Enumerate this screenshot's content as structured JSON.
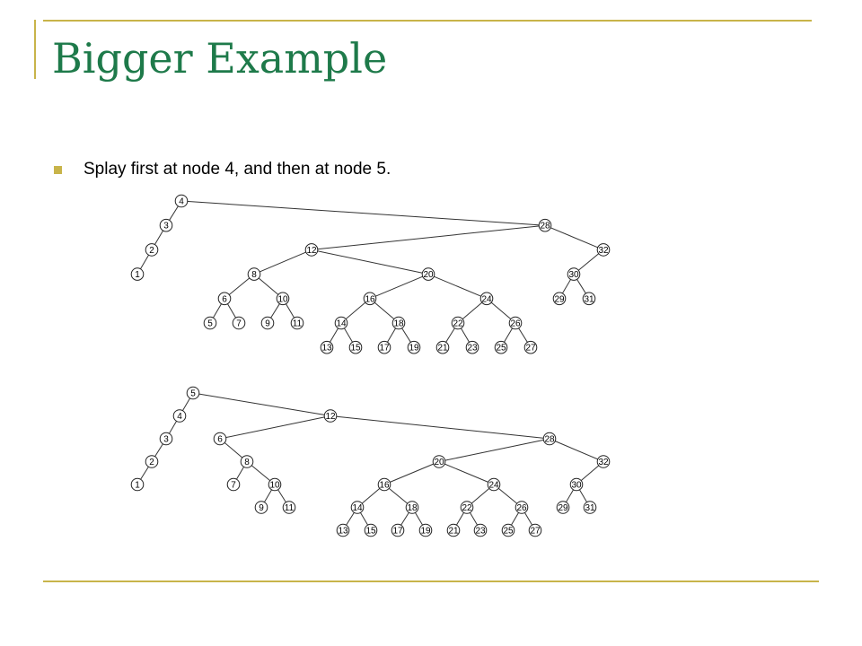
{
  "slide": {
    "title": "Bigger Example",
    "bullet": "Splay first at node 4, and then at node 5."
  },
  "colors": {
    "title": "#1e7a4a",
    "accent": "#c8b44a"
  },
  "trees": [
    {
      "id": "before",
      "nodes": [
        {
          "label": "4",
          "depth": 0
        },
        {
          "label": "3",
          "depth": 1
        },
        {
          "label": "2",
          "depth": 2
        },
        {
          "label": "1",
          "depth": 3
        },
        {
          "label": "28",
          "depth": 1
        },
        {
          "label": "12",
          "depth": 2
        },
        {
          "label": "32",
          "depth": 2
        },
        {
          "label": "8",
          "depth": 3
        },
        {
          "label": "20",
          "depth": 3
        },
        {
          "label": "30",
          "depth": 3
        },
        {
          "label": "6",
          "depth": 4
        },
        {
          "label": "10",
          "depth": 4
        },
        {
          "label": "16",
          "depth": 4
        },
        {
          "label": "24",
          "depth": 4
        },
        {
          "label": "29",
          "depth": 4
        },
        {
          "label": "31",
          "depth": 4
        },
        {
          "label": "5",
          "depth": 5
        },
        {
          "label": "7",
          "depth": 5
        },
        {
          "label": "9",
          "depth": 5
        },
        {
          "label": "11",
          "depth": 5
        },
        {
          "label": "14",
          "depth": 5
        },
        {
          "label": "18",
          "depth": 5
        },
        {
          "label": "22",
          "depth": 5
        },
        {
          "label": "26",
          "depth": 5
        },
        {
          "label": "13",
          "depth": 6
        },
        {
          "label": "15",
          "depth": 6
        },
        {
          "label": "17",
          "depth": 6
        },
        {
          "label": "19",
          "depth": 6
        },
        {
          "label": "21",
          "depth": 6
        },
        {
          "label": "23",
          "depth": 6
        },
        {
          "label": "25",
          "depth": 6
        },
        {
          "label": "27",
          "depth": 6
        }
      ],
      "edges": [
        [
          "4",
          "3"
        ],
        [
          "3",
          "2"
        ],
        [
          "2",
          "1"
        ],
        [
          "4",
          "28"
        ],
        [
          "28",
          "12"
        ],
        [
          "28",
          "32"
        ],
        [
          "12",
          "8"
        ],
        [
          "12",
          "20"
        ],
        [
          "32",
          "30"
        ],
        [
          "8",
          "6"
        ],
        [
          "8",
          "10"
        ],
        [
          "20",
          "16"
        ],
        [
          "20",
          "24"
        ],
        [
          "30",
          "29"
        ],
        [
          "30",
          "31"
        ],
        [
          "6",
          "5"
        ],
        [
          "6",
          "7"
        ],
        [
          "10",
          "9"
        ],
        [
          "10",
          "11"
        ],
        [
          "16",
          "14"
        ],
        [
          "16",
          "18"
        ],
        [
          "24",
          "22"
        ],
        [
          "24",
          "26"
        ],
        [
          "14",
          "13"
        ],
        [
          "14",
          "15"
        ],
        [
          "18",
          "17"
        ],
        [
          "18",
          "19"
        ],
        [
          "22",
          "21"
        ],
        [
          "22",
          "23"
        ],
        [
          "26",
          "25"
        ],
        [
          "26",
          "27"
        ]
      ]
    },
    {
      "id": "after",
      "nodes": [
        {
          "label": "5",
          "depth": 0
        },
        {
          "label": "4",
          "depth": 1
        },
        {
          "label": "12",
          "depth": 1
        },
        {
          "label": "3",
          "depth": 2
        },
        {
          "label": "6",
          "depth": 2
        },
        {
          "label": "28",
          "depth": 2
        },
        {
          "label": "2",
          "depth": 3
        },
        {
          "label": "8",
          "depth": 3
        },
        {
          "label": "20",
          "depth": 3
        },
        {
          "label": "32",
          "depth": 3
        },
        {
          "label": "1",
          "depth": 4
        },
        {
          "label": "7",
          "depth": 4
        },
        {
          "label": "10",
          "depth": 4
        },
        {
          "label": "16",
          "depth": 4
        },
        {
          "label": "24",
          "depth": 4
        },
        {
          "label": "30",
          "depth": 4
        },
        {
          "label": "9",
          "depth": 5
        },
        {
          "label": "11",
          "depth": 5
        },
        {
          "label": "14",
          "depth": 5
        },
        {
          "label": "18",
          "depth": 5
        },
        {
          "label": "22",
          "depth": 5
        },
        {
          "label": "26",
          "depth": 5
        },
        {
          "label": "29",
          "depth": 5
        },
        {
          "label": "31",
          "depth": 5
        },
        {
          "label": "13",
          "depth": 6
        },
        {
          "label": "15",
          "depth": 6
        },
        {
          "label": "17",
          "depth": 6
        },
        {
          "label": "19",
          "depth": 6
        },
        {
          "label": "21",
          "depth": 6
        },
        {
          "label": "23",
          "depth": 6
        },
        {
          "label": "25",
          "depth": 6
        },
        {
          "label": "27",
          "depth": 6
        }
      ],
      "edges": [
        [
          "5",
          "4"
        ],
        [
          "5",
          "12"
        ],
        [
          "4",
          "3"
        ],
        [
          "3",
          "2"
        ],
        [
          "2",
          "1"
        ],
        [
          "12",
          "6"
        ],
        [
          "12",
          "28"
        ],
        [
          "6",
          "8"
        ],
        [
          "8",
          "7"
        ],
        [
          "8",
          "10"
        ],
        [
          "10",
          "9"
        ],
        [
          "10",
          "11"
        ],
        [
          "28",
          "20"
        ],
        [
          "28",
          "32"
        ],
        [
          "20",
          "16"
        ],
        [
          "20",
          "24"
        ],
        [
          "32",
          "30"
        ],
        [
          "30",
          "29"
        ],
        [
          "30",
          "31"
        ],
        [
          "16",
          "14"
        ],
        [
          "16",
          "18"
        ],
        [
          "24",
          "22"
        ],
        [
          "24",
          "26"
        ],
        [
          "14",
          "13"
        ],
        [
          "14",
          "15"
        ],
        [
          "18",
          "17"
        ],
        [
          "18",
          "19"
        ],
        [
          "22",
          "21"
        ],
        [
          "22",
          "23"
        ],
        [
          "26",
          "25"
        ],
        [
          "26",
          "27"
        ]
      ]
    }
  ]
}
